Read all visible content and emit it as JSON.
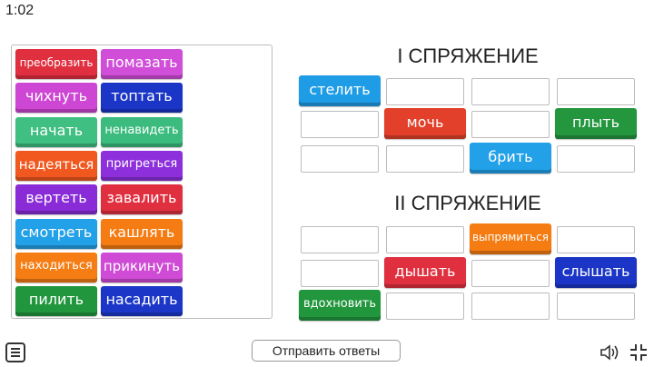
{
  "timer": "1:02",
  "headings": {
    "first": "I СПРЯЖЕНИЕ",
    "second": "II СПРЯЖЕНИЕ"
  },
  "submit_label": "Отправить ответы",
  "bank_words": [
    {
      "label": "преобразить",
      "color": "#e02f3e"
    },
    {
      "label": "помазать",
      "color": "#d04ed8"
    },
    {
      "label": "чихнуть",
      "color": "#ce47d4"
    },
    {
      "label": "топтать",
      "color": "#1b36c6"
    },
    {
      "label": "начать",
      "color": "#3fbf82"
    },
    {
      "label": "ненавидеть",
      "color": "#3cbb7f"
    },
    {
      "label": "надеяться",
      "color": "#f1581f"
    },
    {
      "label": "пригреться",
      "color": "#8d2fdb"
    },
    {
      "label": "вертеть",
      "color": "#8a2bd8"
    },
    {
      "label": "завалить",
      "color": "#e0303f"
    },
    {
      "label": "смотреть",
      "color": "#22a0e8"
    },
    {
      "label": "кашлять",
      "color": "#f57c12"
    },
    {
      "label": "находиться",
      "color": "#f57d14"
    },
    {
      "label": "прикинуть",
      "color": "#cf4bd6"
    },
    {
      "label": "пилить",
      "color": "#21963d"
    },
    {
      "label": "насадить",
      "color": "#1c37c8"
    }
  ],
  "placed_words": [
    {
      "label": "стелить",
      "color": "#1f9ce6"
    },
    {
      "label": "мочь",
      "color": "#e2402a"
    },
    {
      "label": "плыть",
      "color": "#23963e"
    },
    {
      "label": "брить",
      "color": "#22a0e8"
    },
    {
      "label": "выпрямиться",
      "color": "#f57c12"
    },
    {
      "label": "дышать",
      "color": "#e0303f"
    },
    {
      "label": "слышать",
      "color": "#1b36c6"
    },
    {
      "label": "вдохновить",
      "color": "#21963d"
    }
  ]
}
